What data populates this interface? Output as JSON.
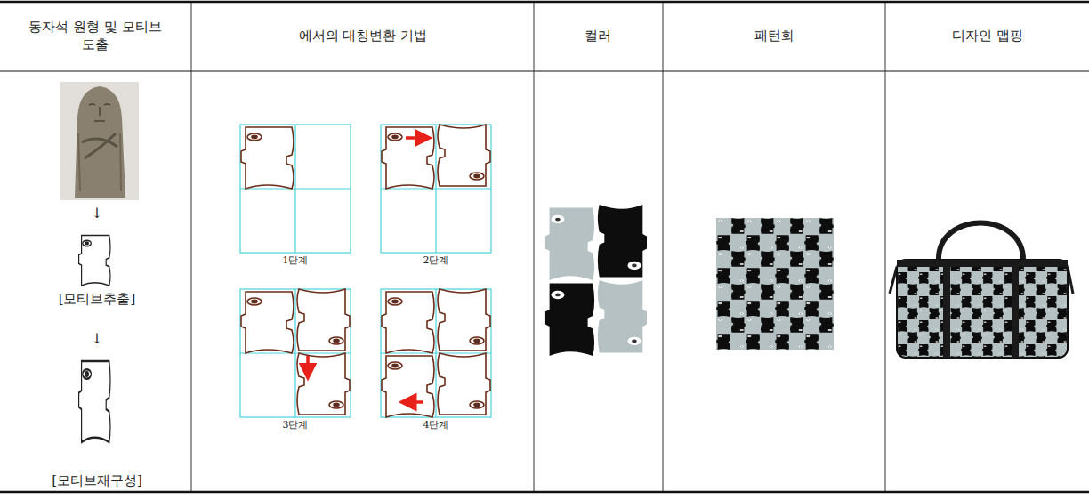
{
  "diagram": {
    "labels": [
      "동자석 원형 및 모티브 도출",
      "에서의 대칭변환 기법",
      "컬러",
      "패턴화",
      "디자인 맵핑",
      "↓",
      "[모티브추출]",
      "↓",
      "[모티브재구성]",
      "1단계",
      "2단계",
      "3단계",
      "4단계"
    ]
  }
}
